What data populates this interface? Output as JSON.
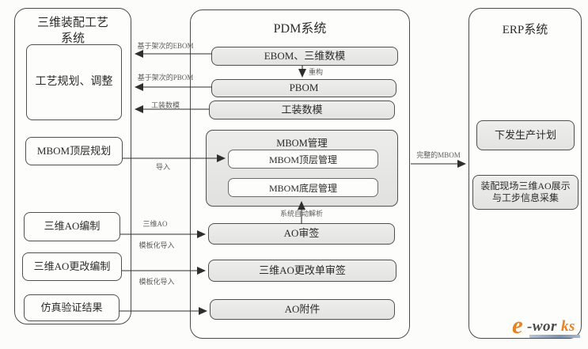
{
  "left_panel": {
    "title_line1": "三维装配工艺",
    "title_line2": "系统",
    "box_process_planning": "工艺规划、调整",
    "box_mbom_top_planning": "MBOM顶层规划",
    "box_ao_authoring": "三维AO编制",
    "box_ao_change_authoring": "三维AO更改编制",
    "box_simulation_results": "仿真验证结果"
  },
  "pdm_panel": {
    "title": "PDM系统",
    "box_ebom": "EBOM、三维数模",
    "box_pbom": "PBOM",
    "box_tooling_model": "工装数模",
    "box_mbom_management": "MBOM管理",
    "box_mbom_top_management": "MBOM顶层管理",
    "box_mbom_bottom_management": "MBOM底层管理",
    "box_ao_review": "AO审签",
    "box_ao_change_review": "三维AO更改单审签",
    "box_ao_attachment": "AO附件"
  },
  "erp_panel": {
    "title": "ERP系统",
    "box_production_plan": "下发生产计划",
    "box_site_display_line1": "装配现场三维AO展示",
    "box_site_display_line2": "与工步信息采集"
  },
  "arrow_labels": {
    "ebom_by_sortie": "基于架次的EBOM",
    "pbom_by_sortie": "基于架次的PBOM",
    "tooling_model": "工装数模",
    "restructure": "重构",
    "import": "导入",
    "ao_3d": "三维AO",
    "template_import_upper": "模板化导入",
    "template_import_lower": "模板化导入",
    "auto_parse": "系统自动解析",
    "complete_mbom": "完整的MBOM"
  },
  "logo": {
    "e": "e",
    "dark_part": "-wor",
    "orange_part": "ks"
  },
  "colors": {
    "box_fill_gray": "#e7e7e5",
    "box_fill_white": "#fdfdfc",
    "border": "#4a4a4a",
    "text": "#2b2b2b",
    "label_text": "#5c5c5c",
    "logo_orange": "#e8821c",
    "logo_dark": "#4a4a4a",
    "logo_underline": "#7d93ac"
  }
}
